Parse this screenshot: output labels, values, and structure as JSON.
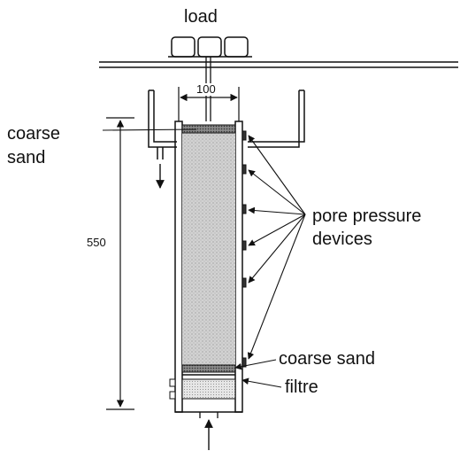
{
  "labels": {
    "load": "load",
    "width_dim": "100",
    "height_dim": "550",
    "coarse_sand_top_line1": "coarse",
    "coarse_sand_top_line2": "sand",
    "pore_pressure_line1": "pore pressure",
    "pore_pressure_line2": "devices",
    "coarse_sand_bottom": "coarse sand",
    "filtre": "filtre"
  },
  "colors": {
    "ink": "#111111",
    "sand_fill": "#c9c9c9",
    "coarse_fill": "#7a7a7a"
  }
}
